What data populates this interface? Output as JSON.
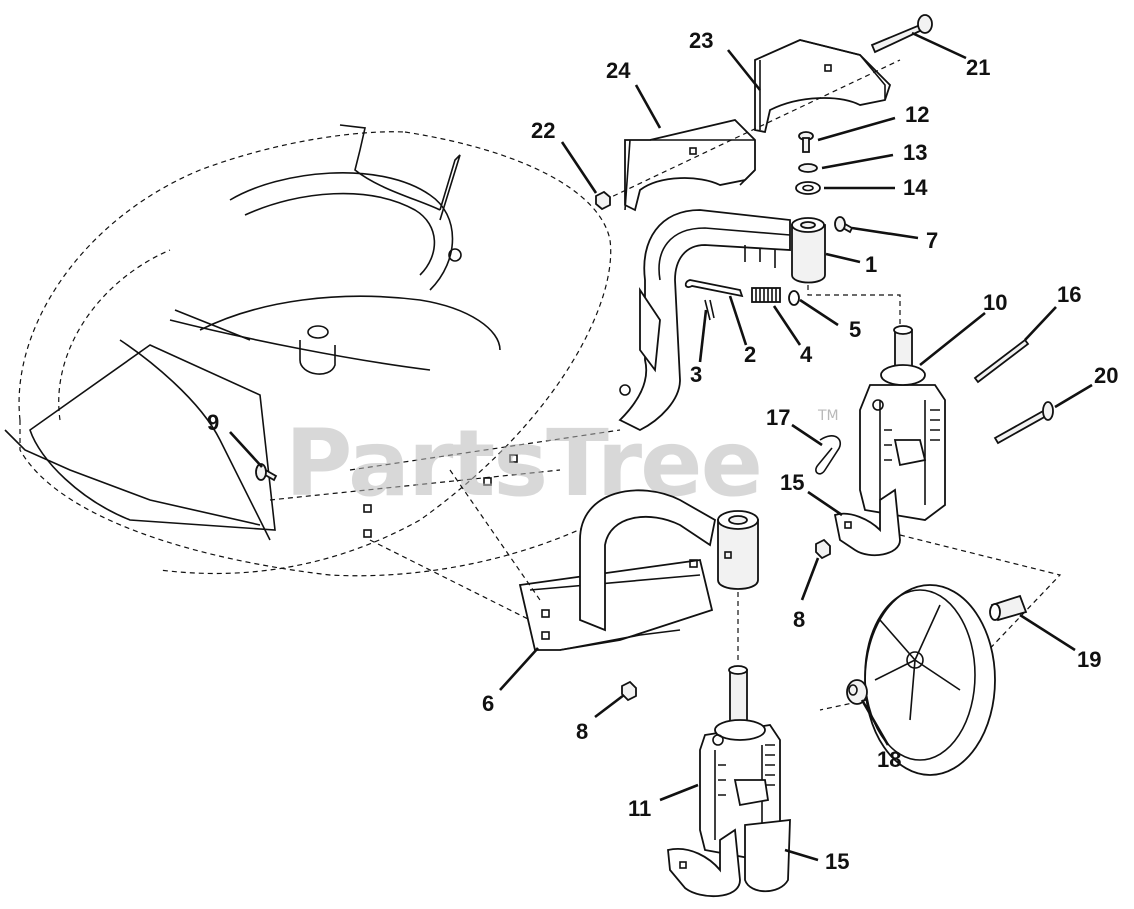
{
  "watermark": {
    "text": "PartsTree",
    "tm": "TM"
  },
  "parts": [
    {
      "id": "p1",
      "label": "1",
      "name": "pivot-tube"
    },
    {
      "id": "p2",
      "label": "2",
      "name": "latch-pin"
    },
    {
      "id": "p3",
      "label": "3",
      "name": "cotter-pin"
    },
    {
      "id": "p4",
      "label": "4",
      "name": "spring"
    },
    {
      "id": "p5",
      "label": "5",
      "name": "washer"
    },
    {
      "id": "p6",
      "label": "6",
      "name": "front-bracket"
    },
    {
      "id": "p7",
      "label": "7",
      "name": "bolt-7"
    },
    {
      "id": "p8a",
      "label": "8",
      "name": "nut-upper"
    },
    {
      "id": "p8b",
      "label": "8",
      "name": "nut-lower"
    },
    {
      "id": "p9",
      "label": "9",
      "name": "screw-9"
    },
    {
      "id": "p10",
      "label": "10",
      "name": "wheel-adjuster-upper"
    },
    {
      "id": "p11",
      "label": "11",
      "name": "wheel-adjuster-lower"
    },
    {
      "id": "p12",
      "label": "12",
      "name": "bolt-12"
    },
    {
      "id": "p13",
      "label": "13",
      "name": "lock-washer"
    },
    {
      "id": "p14",
      "label": "14",
      "name": "flat-washer"
    },
    {
      "id": "p15a",
      "label": "15",
      "name": "hook-upper"
    },
    {
      "id": "p15b",
      "label": "15",
      "name": "hook-lower"
    },
    {
      "id": "p16",
      "label": "16",
      "name": "rod-16"
    },
    {
      "id": "p17",
      "label": "17",
      "name": "hairpin-clip"
    },
    {
      "id": "p18",
      "label": "18",
      "name": "bushing"
    },
    {
      "id": "p19",
      "label": "19",
      "name": "axle-spacer"
    },
    {
      "id": "p20",
      "label": "20",
      "name": "axle-bolt"
    },
    {
      "id": "p21",
      "label": "21",
      "name": "long-bolt"
    },
    {
      "id": "p22",
      "label": "22",
      "name": "nut-22"
    },
    {
      "id": "p23",
      "label": "23",
      "name": "cover-right"
    },
    {
      "id": "p24",
      "label": "24",
      "name": "cover-left"
    }
  ]
}
